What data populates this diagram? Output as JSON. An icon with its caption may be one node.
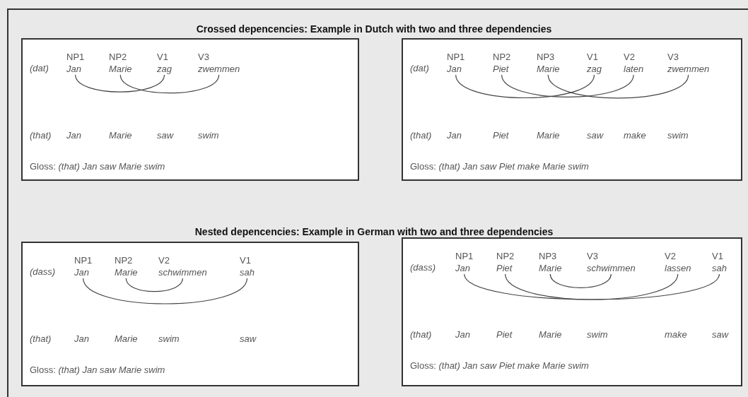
{
  "diagram": {
    "nodes": [
      {
        "text": [
          "(dat)",
          "(that)",
          "Jan",
          "Marie",
          "saw",
          "swim",
          "Gloss: *(that) Jan saw Marie swim*"
        ]
      },
      {
        "text": [
          "NP1",
          "Jan"
        ],
        "in": 0
      },
      {
        "text": [
          "NP2",
          "Marie"
        ],
        "in": 0
      },
      {
        "text": [
          "V1",
          "zag"
        ],
        "in": 0
      },
      {
        "text": [
          "V3",
          "zwemmen"
        ],
        "in": 0
      },
      {
        "text": [
          "(dat)",
          "(that)",
          "Jan",
          "Piet",
          "Marie",
          "saw",
          "make",
          "swim",
          "Gloss: *(that) Jan saw Piet make Marie swim*"
        ]
      },
      {
        "text": [
          "NP1",
          "Jan"
        ],
        "in": 5
      },
      {
        "text": [
          "NP2",
          "Piet"
        ],
        "in": 5
      },
      {
        "text": [
          "NP3",
          "Marie"
        ],
        "in": 5
      },
      {
        "text": [
          "V1",
          "zag"
        ],
        "in": 5
      },
      {
        "text": [
          "V2",
          "laten"
        ],
        "in": 5
      },
      {
        "text": [
          "V3",
          "zwemmen"
        ],
        "in": 5
      },
      {
        "text": [
          "(dass)",
          "(that)",
          "Jan",
          "Marie",
          "swim",
          "saw",
          "Gloss: *(that) Jan saw Marie swim*"
        ]
      },
      {
        "text": [
          "NP1",
          "Jan"
        ],
        "in": 12
      },
      {
        "text": [
          "NP2",
          "Marie"
        ],
        "in": 12
      },
      {
        "text": [
          "V2",
          "schwimmen"
        ],
        "in": 12
      },
      {
        "text": [
          "V1",
          "sah"
        ],
        "in": 12
      },
      {
        "text": [
          "(dass)",
          "(that)",
          "Jan",
          "Piet",
          "Marie",
          "swim",
          "make",
          "saw",
          "Gloss: *(that) Jan saw Piet make Marie swim*"
        ]
      },
      {
        "text": [
          "NP1",
          "Jan"
        ],
        "in": 17
      },
      {
        "text": [
          "NP2",
          "Piet"
        ],
        "in": 17
      },
      {
        "text": [
          "NP3",
          "Marie"
        ],
        "in": 17
      },
      {
        "text": [
          "V3",
          "schwimmen"
        ],
        "in": 17
      },
      {
        "text": [
          "V2",
          "lassen"
        ],
        "in": 17
      },
      {
        "text": [
          "V1",
          "sah"
        ],
        "in": 17
      }
    ],
    "edges": [
      {
        "from": 1,
        "to": 3,
        "arrow": "none"
      },
      {
        "from": 2,
        "to": 4,
        "arrow": "none"
      },
      {
        "from": 6,
        "to": 9,
        "arrow": "none"
      },
      {
        "from": 7,
        "to": 10,
        "arrow": "none"
      },
      {
        "from": 8,
        "to": 11,
        "arrow": "none"
      },
      {
        "from": 13,
        "to": 16,
        "arrow": "none"
      },
      {
        "from": 14,
        "to": 15,
        "arrow": "none"
      },
      {
        "from": 18,
        "to": 23,
        "arrow": "none"
      },
      {
        "from": 19,
        "to": 22,
        "arrow": "none"
      },
      {
        "from": 20,
        "to": 21,
        "arrow": "none"
      }
    ],
    "labels": [
      "Crossed depencencies: Example in Dutch with two and three dependencies",
      "Nested depencencies: Example in German with two and three dependencies"
    ]
  }
}
